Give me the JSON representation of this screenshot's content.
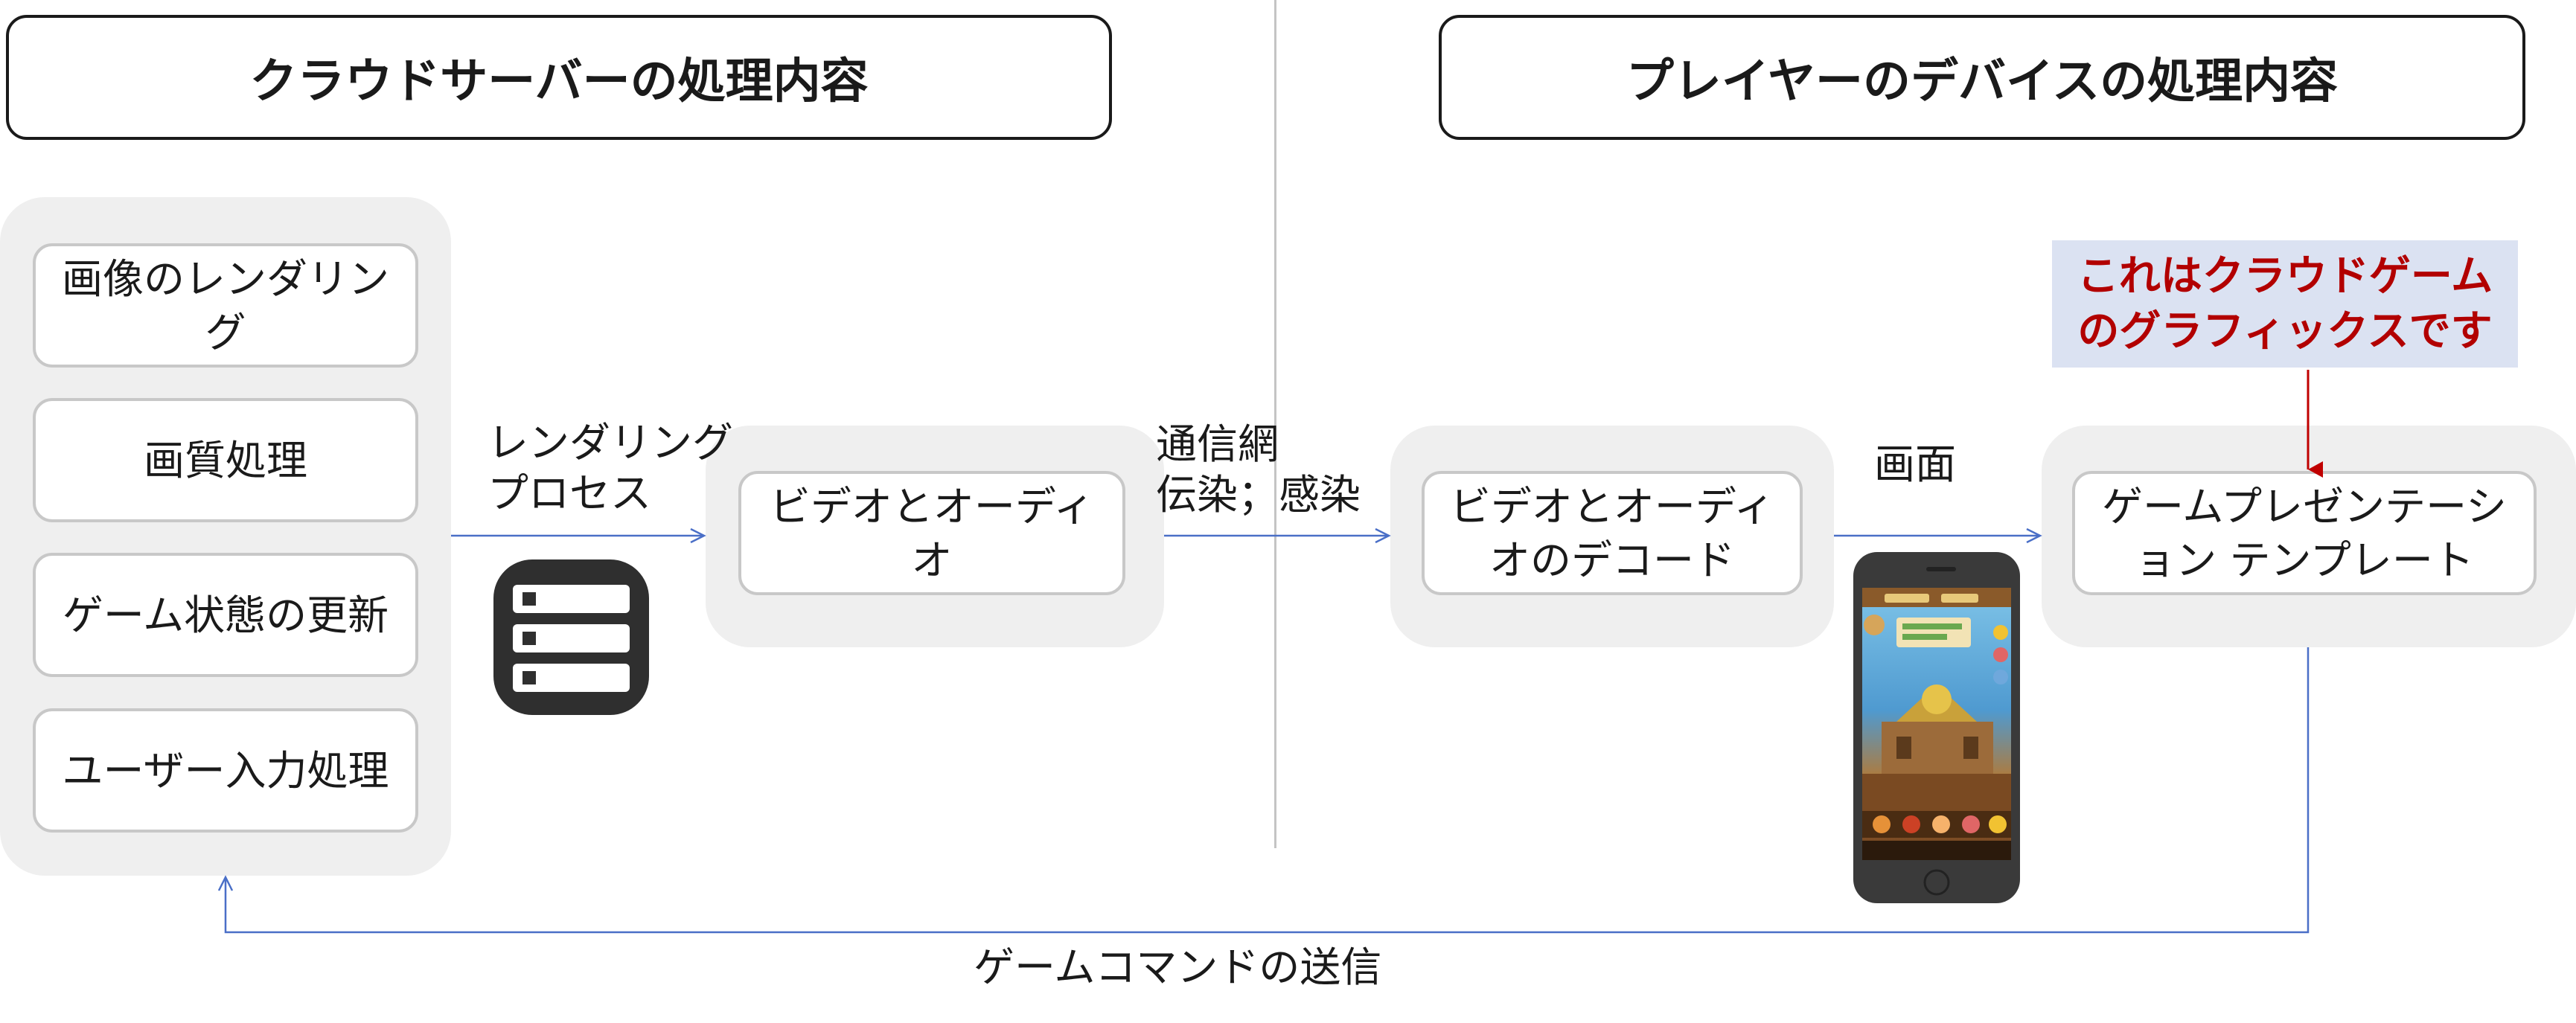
{
  "headers": {
    "cloud": "クラウドサーバーの処理内容",
    "device": "プレイヤーのデバイスの処理内容"
  },
  "cloud_tasks": [
    "画像のレンダリング",
    "画質処理",
    "ゲーム状態の更新",
    "ユーザー入力処理"
  ],
  "nodes": {
    "video_audio": "ビデオとオーディオ",
    "decode": "ビデオとオーディオのデコード",
    "presentation": "ゲームプレゼンテーション テンプレート"
  },
  "labels": {
    "render_process": "レンダリング\nプロセス",
    "network": "通信網\n伝染；感染",
    "screen": "画面",
    "commands": "ゲームコマンドの送信"
  },
  "callout": "これはクラウドゲーム\nのグラフィックスです",
  "icons": {
    "server": "server-icon",
    "phone": "smartphone-icon"
  },
  "colors": {
    "arrow": "#4a6fc7",
    "callout_text": "#b20000",
    "callout_bg": "#dbe2f2",
    "callout_arrow": "#c00000",
    "panel": "#efefef"
  }
}
